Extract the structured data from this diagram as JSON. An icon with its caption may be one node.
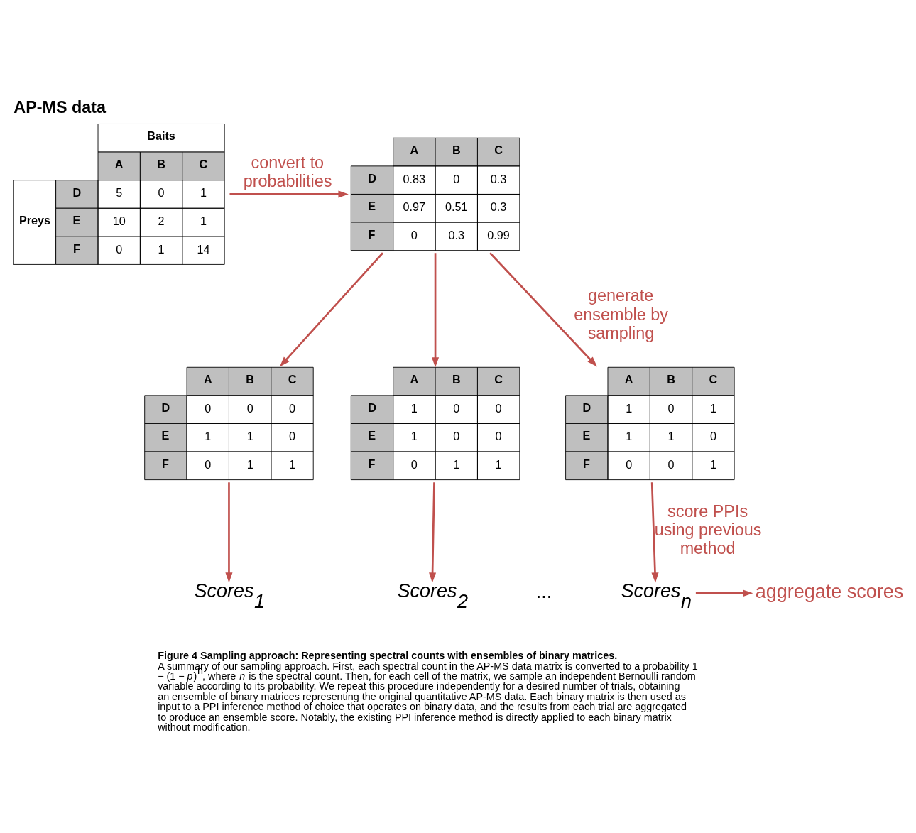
{
  "diagram": {
    "title": "AP-MS data",
    "caption": "**Figure 4 Sampling approach: Representing spectral counts with ensembles of binary matrices.** A summary of our sampling approach. First, each spectral count in the AP-MS data matrix is converted to a probability 1 − (1 − *p*)$^{n}$, where *n* is the spectral count. Then, for each cell of the matrix, we sample an independent Bernoulli random variable according to its probability. We repeat this procedure independently for a desired number of trials, obtaining an ensemble of binary matrices representing the original quantitative AP-MS data. Each binary matrix is then used as input to a PPI inference method of choice that operates on binary data, and the results from each trial are aggregated to produce an ensemble score. Notably, the existing PPI inference method is directly applied to each binary matrix without modification.",
    "nodes": [
      {
        "text": [
          "Baits",
          "A",
          "B",
          "C",
          "Preys",
          "D",
          "5",
          "0",
          "1",
          "E",
          "10",
          "2",
          "1",
          "F",
          "0",
          "1",
          "14"
        ]
      },
      {
        "text": [
          "A",
          "B",
          "C",
          "D",
          "0.83",
          "0",
          "0.3",
          "E",
          "0.97",
          "0.51",
          "0.3",
          "F",
          "0",
          "0.3",
          "0.99"
        ]
      },
      {
        "text": [
          "A",
          "B",
          "C",
          "D",
          "0",
          "0",
          "0",
          "E",
          "1",
          "1",
          "0",
          "F",
          "0",
          "1",
          "1"
        ]
      },
      {
        "text": [
          "A",
          "B",
          "C",
          "D",
          "1",
          "0",
          "0",
          "E",
          "1",
          "0",
          "0",
          "F",
          "0",
          "1",
          "1"
        ]
      },
      {
        "text": [
          "A",
          "B",
          "C",
          "D",
          "1",
          "0",
          "1",
          "E",
          "1",
          "1",
          "0",
          "F",
          "0",
          "0",
          "1"
        ]
      },
      {
        "text": [
          "Scores$_{1}$"
        ]
      },
      {
        "text": [
          "Scores$_{2}$"
        ]
      },
      {
        "text": [
          "Scores$_{n}$"
        ]
      },
      {
        "text": [
          "aggregate scores"
        ]
      }
    ],
    "edges": [
      {
        "from": 0,
        "to": 1,
        "arrow": "to",
        "label": "convert to probabilities"
      },
      {
        "from": 1,
        "to": 2,
        "arrow": "to"
      },
      {
        "from": 1,
        "to": 3,
        "arrow": "to"
      },
      {
        "from": 1,
        "to": 4,
        "arrow": "to",
        "label": "generate ensemble by sampling"
      },
      {
        "from": 2,
        "to": 5,
        "arrow": "to"
      },
      {
        "from": 3,
        "to": 6,
        "arrow": "to"
      },
      {
        "from": 4,
        "to": 7,
        "arrow": "to",
        "label": "score PPIs using previous method"
      },
      {
        "from": 7,
        "to": 8,
        "arrow": "to"
      }
    ],
    "labels": [
      "..."
    ]
  }
}
